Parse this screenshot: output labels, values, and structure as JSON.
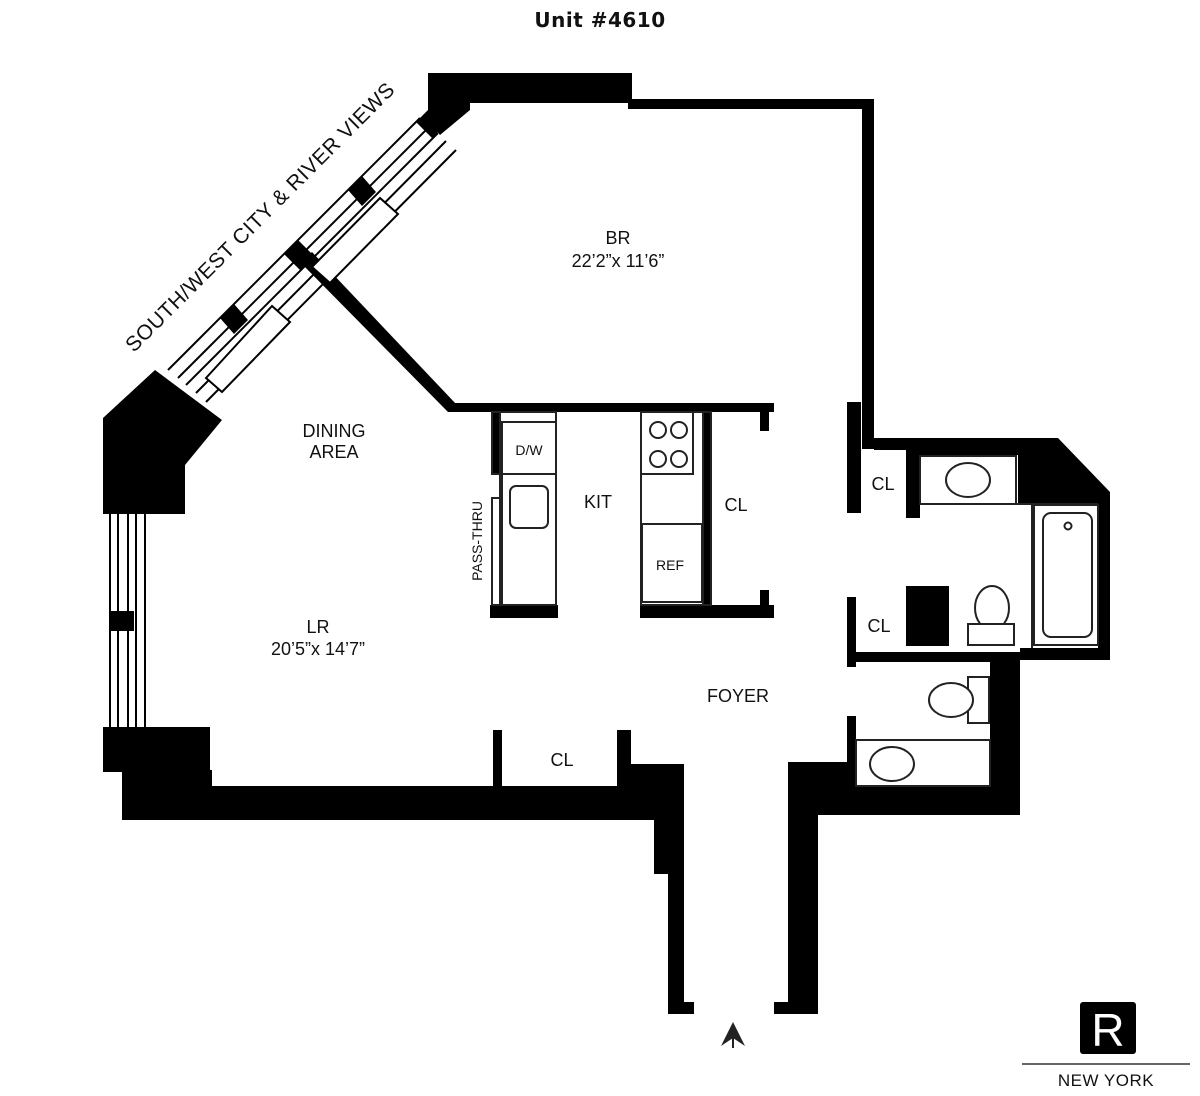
{
  "title": "Unit #4610",
  "views_label": "SOUTH/WEST CITY & RIVER VIEWS",
  "rooms": {
    "br": {
      "name": "BR",
      "dims": "22’2”x 11’6”"
    },
    "lr": {
      "name": "LR",
      "dims": "20’5”x 14’7”"
    },
    "dining": {
      "line1": "DINING",
      "line2": "AREA"
    },
    "kit": {
      "name": "KIT"
    },
    "foyer": {
      "name": "FOYER"
    },
    "closets": [
      "CL",
      "CL",
      "CL",
      "CL"
    ]
  },
  "fixtures": {
    "dishwasher": "D/W",
    "refrigerator": "REF",
    "pass_thru": "PASS-THRU"
  },
  "brand": {
    "logo_letter": "R",
    "city": "NEW YORK"
  },
  "colors": {
    "wall": "#000000",
    "background": "#ffffff",
    "fixture_stroke": "#222222",
    "fixture_fill": "#ffffff"
  }
}
